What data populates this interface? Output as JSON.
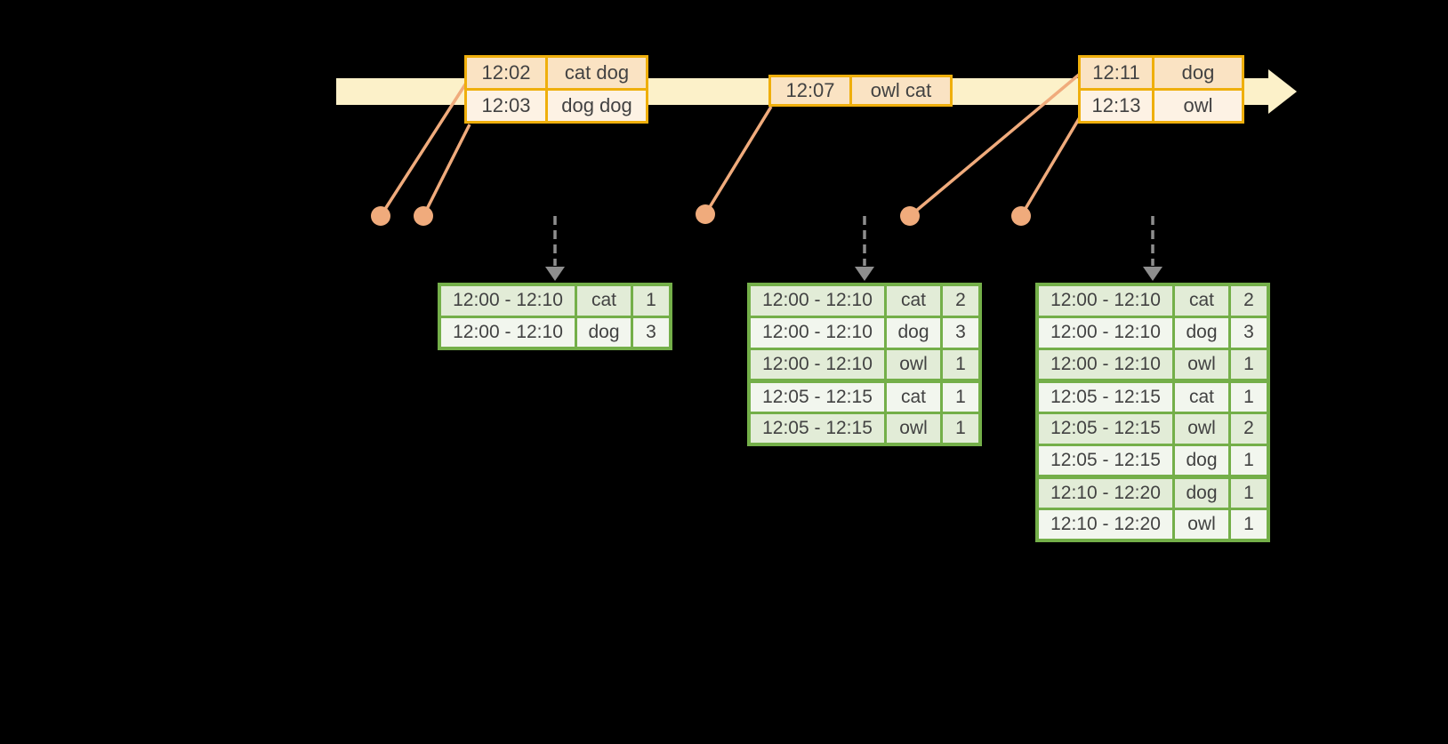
{
  "diagram_title": "windowed-word-count-stream",
  "colors": {
    "background": "#000000",
    "timeline_fill": "#fcf1c9",
    "event_table_border": "#efaf0c",
    "event_row_dark": "#fae3c3",
    "event_row_light": "#fdf2e4",
    "connector": "#f0ab7c",
    "trigger_arrow_gray": "#8e8e8e",
    "result_table_border": "#74af49",
    "result_row_green": "#e2ecd7",
    "result_row_white": "#f2f6ee",
    "text": "#424242"
  },
  "icons": {
    "timeline_arrowhead": "right-arrow",
    "trigger_arrowhead": "down-arrow",
    "event_marker": "dot"
  },
  "timeline": {
    "event_tables": [
      {
        "rows": [
          {
            "time": "12:02",
            "words": "cat dog"
          },
          {
            "time": "12:03",
            "words": "dog dog"
          }
        ]
      },
      {
        "rows": [
          {
            "time": "12:07",
            "words": "owl cat"
          }
        ]
      },
      {
        "rows": [
          {
            "time": "12:11",
            "words": "dog"
          },
          {
            "time": "12:13",
            "words": "owl"
          }
        ]
      }
    ]
  },
  "result_tables": [
    {
      "rows": [
        [
          "12:00 - 12:10",
          "cat",
          "1"
        ],
        [
          "12:00 - 12:10",
          "dog",
          "3"
        ]
      ],
      "group_breaks": []
    },
    {
      "rows": [
        [
          "12:00 - 12:10",
          "cat",
          "2"
        ],
        [
          "12:00 - 12:10",
          "dog",
          "3"
        ],
        [
          "12:00 - 12:10",
          "owl",
          "1"
        ],
        [
          "12:05 - 12:15",
          "cat",
          "1"
        ],
        [
          "12:05 - 12:15",
          "owl",
          "1"
        ]
      ],
      "group_breaks": [
        3
      ]
    },
    {
      "rows": [
        [
          "12:00 - 12:10",
          "cat",
          "2"
        ],
        [
          "12:00 - 12:10",
          "dog",
          "3"
        ],
        [
          "12:00 - 12:10",
          "owl",
          "1"
        ],
        [
          "12:05 - 12:15",
          "cat",
          "1"
        ],
        [
          "12:05 - 12:15",
          "owl",
          "2"
        ],
        [
          "12:05 - 12:15",
          "dog",
          "1"
        ],
        [
          "12:10 - 12:20",
          "dog",
          "1"
        ],
        [
          "12:10 - 12:20",
          "owl",
          "1"
        ]
      ],
      "group_breaks": [
        3,
        6
      ]
    }
  ]
}
